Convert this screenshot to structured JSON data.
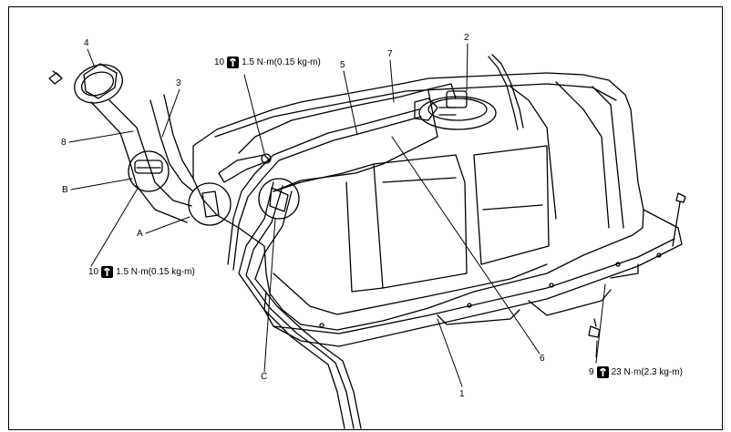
{
  "callouts": {
    "n1": "1",
    "n2": "2",
    "n3": "3",
    "n4": "4",
    "n5": "5",
    "n6": "6",
    "n7": "7",
    "n8": "8",
    "A": "A",
    "B": "B",
    "C": "C"
  },
  "torques": {
    "t10_top": {
      "num": "10",
      "value": "1.5 N·m(0.15 kg-m)"
    },
    "t10_left": {
      "num": "10",
      "value": "1.5 N·m(0.15 kg-m)"
    },
    "t9": {
      "num": "9",
      "value": "23 N·m(2.3 kg-m)"
    }
  },
  "icons": {
    "torque": "torque-wrench-icon"
  }
}
